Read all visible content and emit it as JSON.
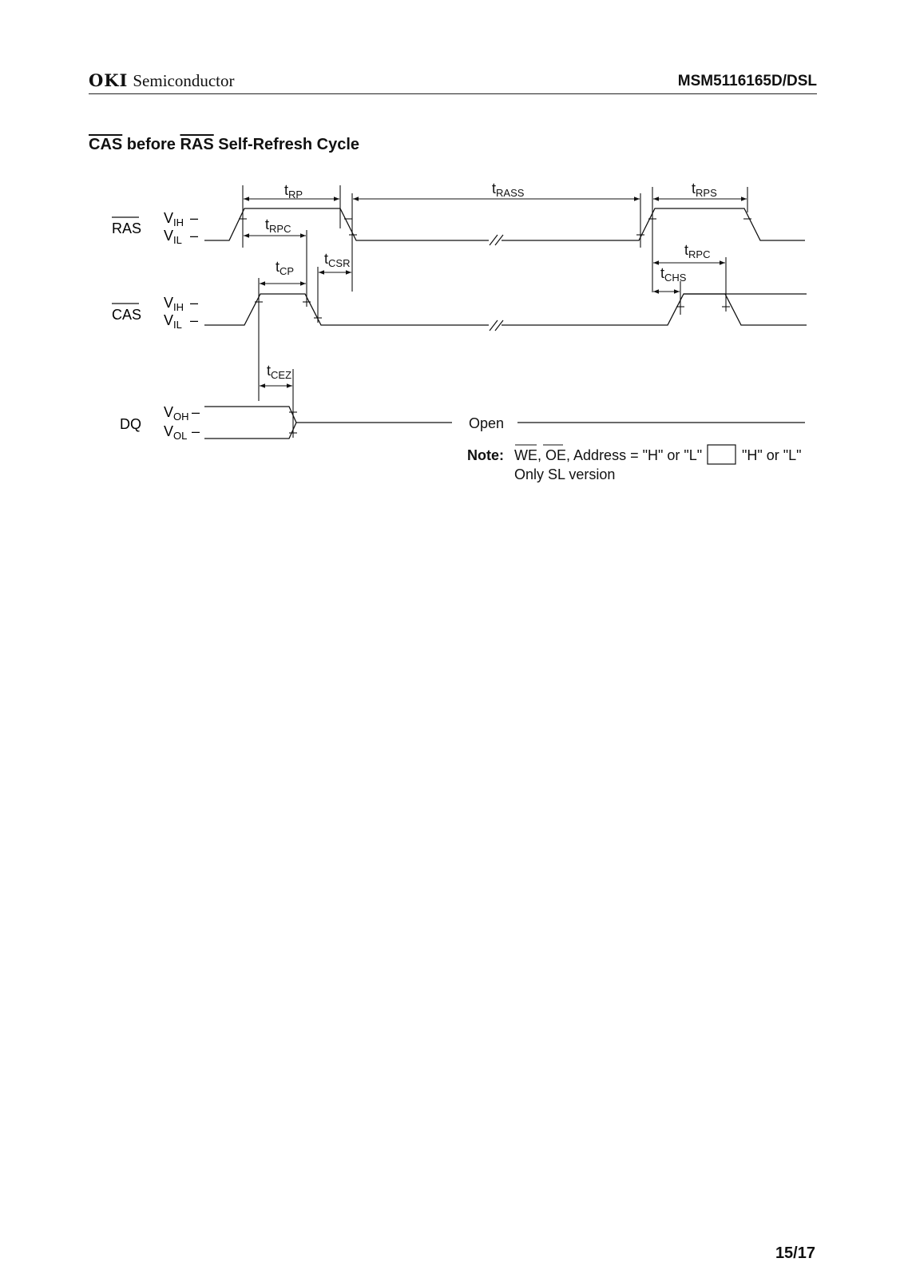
{
  "header": {
    "brand": "OKI",
    "subtitle": "Semiconductor",
    "part_number": "MSM5116165D/DSL"
  },
  "title": {
    "cas": "CAS",
    "before": " before ",
    "ras": "RAS",
    "rest": " Self-Refresh Cycle"
  },
  "diagram": {
    "signals": {
      "ras": "RAS",
      "cas": "CAS",
      "dq": "DQ"
    },
    "levels": {
      "v": "V",
      "ih": "IH",
      "il": "IL",
      "oh": "OH",
      "ol": "OL",
      "dash": "–"
    },
    "timing": {
      "t": "t",
      "rp": "RP",
      "rass": "RASS",
      "rps": "RPS",
      "rpc": "RPC",
      "csr": "CSR",
      "cp": "CP",
      "chs": "CHS",
      "cez": "CEZ"
    },
    "open_label": "Open"
  },
  "note": {
    "label": "Note:",
    "we": "WE",
    "comma": ", ",
    "oe": "OE",
    "address_text": ", Address = \"H\" or \"L\"",
    "legend_text": "\"H\" or \"L\"",
    "sl_text": "Only SL version"
  },
  "page": {
    "number": "15/17"
  }
}
